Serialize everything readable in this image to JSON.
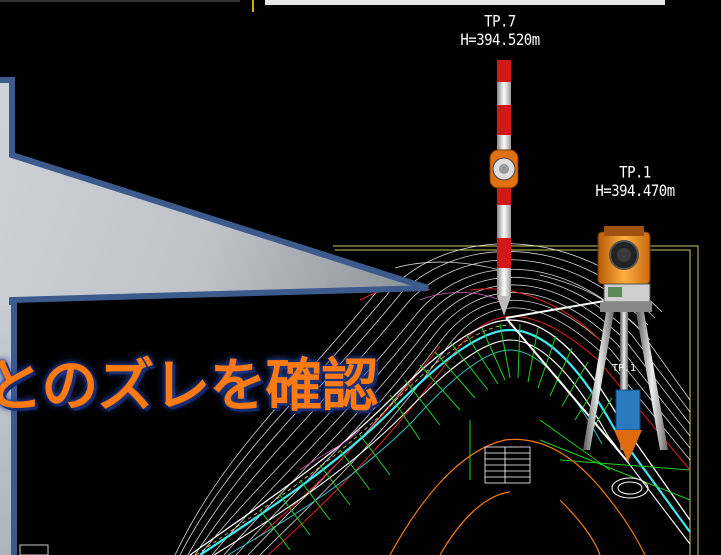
{
  "points": {
    "tp7": {
      "name": "TP.7",
      "height": "H=394.520m"
    },
    "tp1": {
      "name": "TP.1",
      "height": "H=394.470m"
    }
  },
  "caption": "とのズレを確認",
  "instrument_label": "TP.1",
  "colors": {
    "background": "#000000",
    "caption": "#ff7a10",
    "caption_glow": "#2c4aa8",
    "callout_frame": "#3d5a8c",
    "contour_white": "#ffffff",
    "contour_red": "#e02020",
    "alignment_cyan": "#40e8f0",
    "section_green": "#20d020",
    "border_yellow": "#c8c860",
    "pole_red": "#d01818",
    "instrument_orange": "#f08a10"
  },
  "icons": {
    "callout": "speech-callout-icon",
    "prism_pole": "prism-pole-icon",
    "total_station": "total-station-icon"
  }
}
